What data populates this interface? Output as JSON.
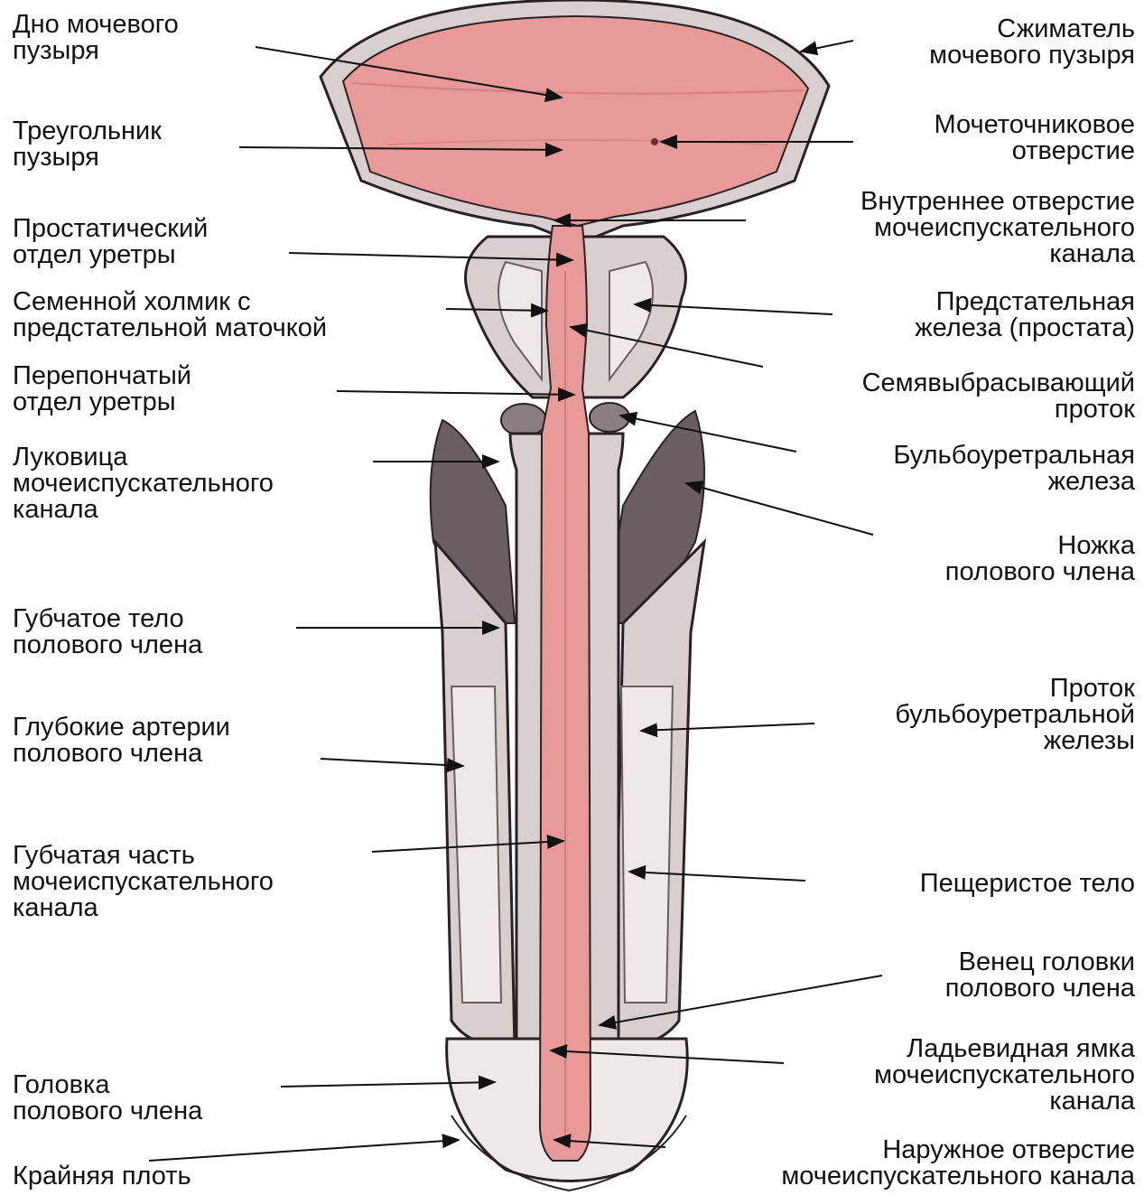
{
  "colors": {
    "mucosa": "#e79a98",
    "mucosa_dark": "#c96c6e",
    "wall": "#d9cfcf",
    "tissue_dark": "#6b5e61",
    "cavernous": "#efe8e8",
    "outline": "#2a2124",
    "text": "#111111"
  },
  "labels_left": [
    {
      "id": "bladder-fundus",
      "lines": [
        "Дно мочевого",
        "пузыря"
      ]
    },
    {
      "id": "bladder-trigone",
      "lines": [
        "Треугольник",
        "пузыря"
      ]
    },
    {
      "id": "prostatic-urethra",
      "lines": [
        "Простатический",
        "отдел уретры"
      ]
    },
    {
      "id": "seminal-colliculus",
      "lines": [
        "Семенной холмик с",
        "предстательной маточкой"
      ]
    },
    {
      "id": "membranous-urethra",
      "lines": [
        "Перепончатый",
        "отдел уретры"
      ]
    },
    {
      "id": "urethral-bulb",
      "lines": [
        "Луковица",
        "мочеиспускательного",
        "канала"
      ]
    },
    {
      "id": "corpus-spongiosum",
      "lines": [
        "Губчатое тело",
        "полового члена"
      ]
    },
    {
      "id": "deep-arteries",
      "lines": [
        "Глубокие артерии",
        "полового члена"
      ]
    },
    {
      "id": "spongy-urethra",
      "lines": [
        "Губчатая часть",
        "мочеиспускательного",
        "канала"
      ]
    },
    {
      "id": "glans",
      "lines": [
        "Головка",
        "полового члена"
      ]
    },
    {
      "id": "foreskin",
      "lines": [
        "Крайняя плоть"
      ]
    }
  ],
  "labels_right": [
    {
      "id": "bladder-sphincter",
      "lines": [
        "Сжиматель",
        "мочевого пузыря"
      ]
    },
    {
      "id": "ureteral-orifice",
      "lines": [
        "Мочеточниковое",
        "отверстие"
      ]
    },
    {
      "id": "internal-urethral-orifice",
      "lines": [
        "Внутреннее отверстие",
        "мочеиспускательного",
        "канала"
      ]
    },
    {
      "id": "prostate",
      "lines": [
        "Предстательная",
        "железа (простата)"
      ]
    },
    {
      "id": "ejaculatory-duct",
      "lines": [
        "Семявыбрасывающий",
        "проток"
      ]
    },
    {
      "id": "bulbourethral-gland",
      "lines": [
        "Бульбоуретральная",
        "железа"
      ]
    },
    {
      "id": "penis-crus",
      "lines": [
        "Ножка",
        "полового члена"
      ]
    },
    {
      "id": "bulbourethral-duct",
      "lines": [
        "Проток",
        "бульбоуретральной",
        "железы"
      ]
    },
    {
      "id": "corpus-cavernosum",
      "lines": [
        "Пещеристое тело"
      ]
    },
    {
      "id": "glans-corona",
      "lines": [
        "Венец головки",
        "полового члена"
      ]
    },
    {
      "id": "navicular-fossa",
      "lines": [
        "Ладьевидная ямка",
        "мочеиспускательного",
        "канала"
      ]
    },
    {
      "id": "external-urethral-orifice",
      "lines": [
        "Наружное отверстие",
        "мочеиспускательного канала"
      ]
    }
  ]
}
